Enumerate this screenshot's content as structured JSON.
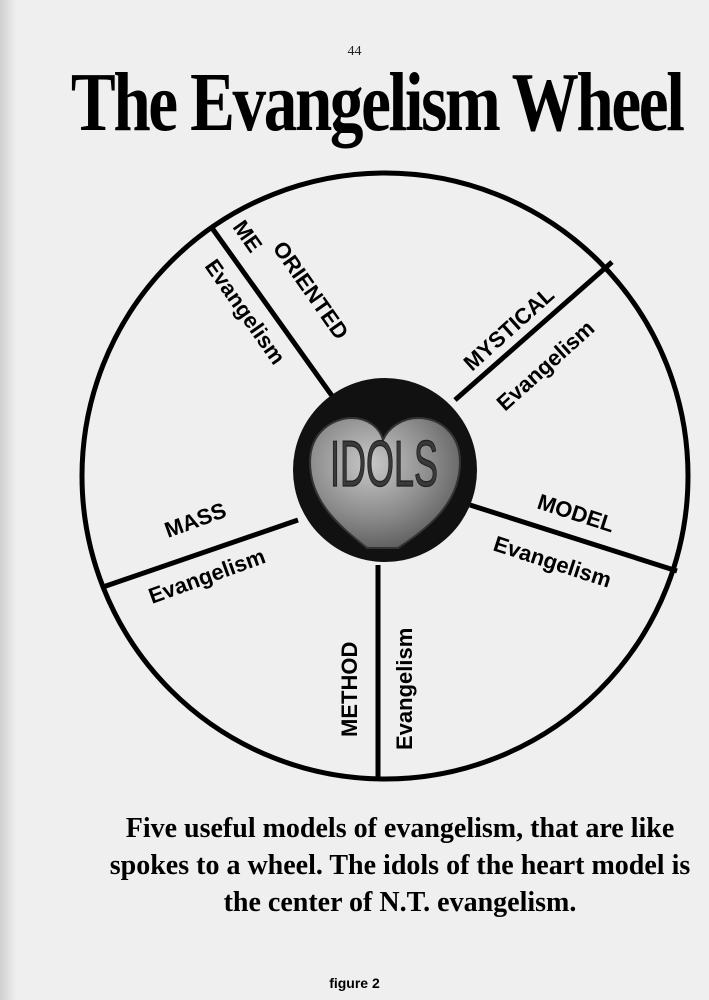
{
  "page": {
    "number": "44",
    "figure_label": "figure 2"
  },
  "title": "The Evangelism Wheel",
  "diagram": {
    "hub": {
      "label": "IDOLS"
    },
    "spokes": [
      {
        "line1": "ME",
        "line2": "ORIENTED",
        "sub": "Evangelism"
      },
      {
        "line1": "MYSTICAL",
        "sub": "Evangelism"
      },
      {
        "line1": "MODEL",
        "sub": "Evangelism"
      },
      {
        "line1": "METHOD",
        "sub": "Evangelism"
      },
      {
        "line1": "MASS",
        "sub": "Evangelism"
      }
    ]
  },
  "caption": "Five useful models of evangelism, that are like spokes to a wheel.  The idols of the heart model is the center of N.T. evangelism.",
  "colors": {
    "ink": "#000000",
    "paper": "#efefef",
    "heart": "#8a8a8a"
  }
}
